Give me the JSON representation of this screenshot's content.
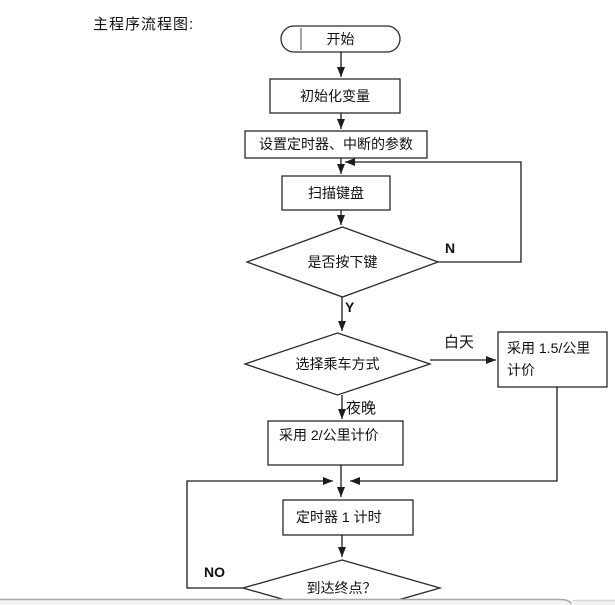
{
  "title": "主程序流程图:",
  "flowchart": {
    "nodes": {
      "start": "开始",
      "init": "初始化变量",
      "setup": "设置定时器、中断的参数",
      "scan": "扫描键盘",
      "key_pressed": "是否按下键",
      "select_mode": "选择乘车方式",
      "day_pricing_line1": "采用 1.5/公里",
      "day_pricing_line2": "计价",
      "night_pricing": "采用 2/公里计价",
      "timer": "定时器 1 计时",
      "arrived": "到达终点？"
    },
    "edge_labels": {
      "no_key": "N",
      "yes_key": "Y",
      "day": "白天",
      "night": "夜晚",
      "not_arrived": "NO"
    }
  },
  "colors": {
    "line": "#2a2a2a",
    "background": "#ffffff",
    "panel_edge_dark": "#a8a8a8",
    "panel_edge_light": "#d8d8d8",
    "panel_fill": "#f3f3f3"
  }
}
